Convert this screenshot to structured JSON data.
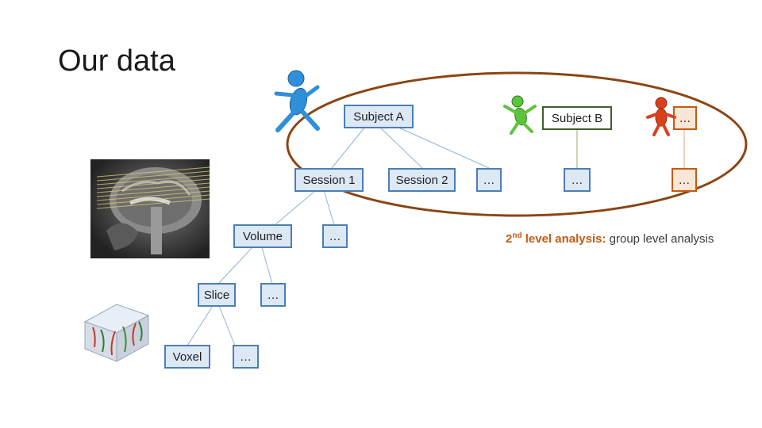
{
  "title": "Our data",
  "nodes": {
    "subject_a": "Subject A",
    "subject_b": "Subject B",
    "subject_more": "…",
    "session_1": "Session 1",
    "session_2": "Session 2",
    "session_more": "…",
    "subject_b_more": "…",
    "subject_more_child": "…",
    "volume": "Volume",
    "volume_more": "…",
    "slice": "Slice",
    "slice_more": "…",
    "voxel": "Voxel",
    "voxel_more": "…"
  },
  "analysis": {
    "level_num": "2",
    "level_sup": "nd",
    "level_rest": " level analysis:",
    "description": " group level analysis"
  },
  "colors": {
    "blue_border": "#4a7eb6",
    "blue_fill": "#dce8f4",
    "green": "#3f5f2a",
    "orange": "#c55a11",
    "ellipse": "#8b4513"
  }
}
